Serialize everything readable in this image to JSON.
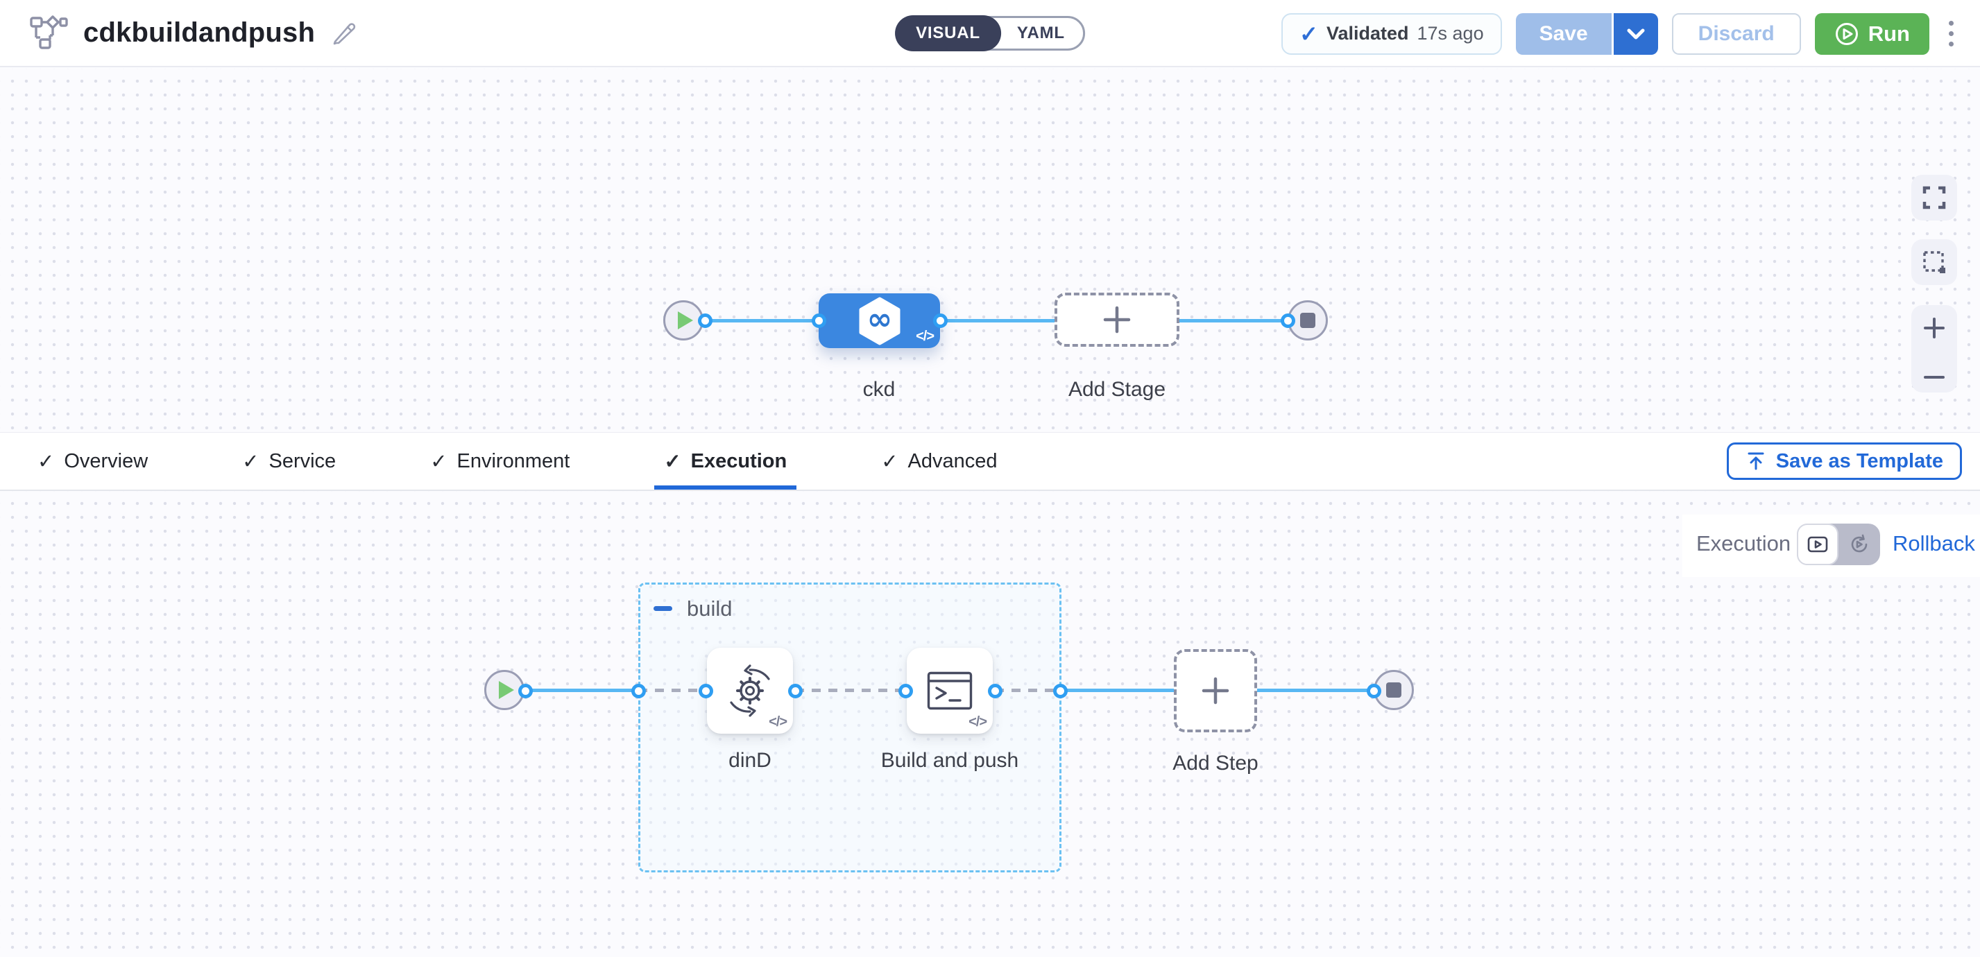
{
  "header": {
    "title": "cdkbuildandpush",
    "toggle": {
      "visual": "VISUAL",
      "yaml": "YAML"
    },
    "validated": {
      "label": "Validated",
      "time": "17s ago"
    },
    "save": "Save",
    "discard": "Discard",
    "run": "Run"
  },
  "pipeline": {
    "stage_label": "ckd",
    "add_stage": "Add Stage"
  },
  "tabs": {
    "check": "✓",
    "items": [
      {
        "label": "Overview"
      },
      {
        "label": "Service"
      },
      {
        "label": "Environment"
      },
      {
        "label": "Execution"
      },
      {
        "label": "Advanced"
      }
    ],
    "active": "Execution",
    "save_as_template": "Save as Template"
  },
  "execution": {
    "mode_label": "Execution",
    "rollback_label": "Rollback",
    "group": "build",
    "steps": [
      {
        "label": "dinD"
      },
      {
        "label": "Build and push"
      }
    ],
    "add_step": "Add Step"
  },
  "badges": {
    "code": "</>"
  },
  "glyphs": {
    "infinity": "∞"
  },
  "colors": {
    "accent_blue": "#2e6fd2",
    "link_blue": "#58b7f3",
    "port_blue": "#2f9ef2",
    "node_blue": "#3b87e0",
    "run_green": "#5bb356",
    "save_disabled_blue": "#9fbee9",
    "tab_underline": "#2168d8",
    "group_border": "#6cc1f2"
  }
}
